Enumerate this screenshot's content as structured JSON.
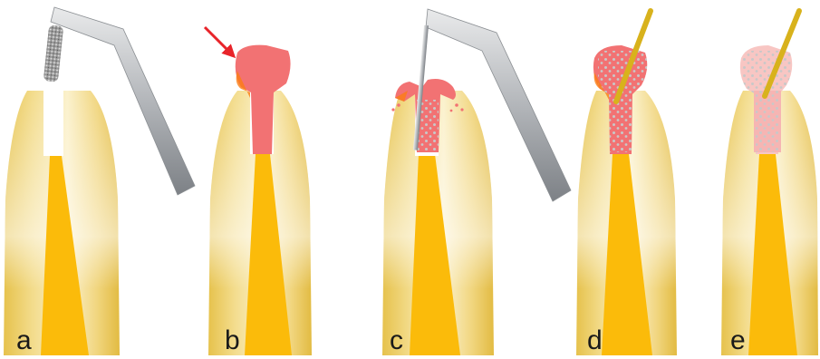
{
  "figure": {
    "panels": [
      {
        "label": "a",
        "step": "bur-preparation"
      },
      {
        "label": "b",
        "step": "material-placement"
      },
      {
        "label": "c",
        "step": "ultrasonic-activation"
      },
      {
        "label": "d",
        "step": "paper-point-insertion"
      },
      {
        "label": "e",
        "step": "final-state"
      }
    ]
  },
  "colors": {
    "dentin_light": "#fbf3d4",
    "dentin": "#f2d98a",
    "dentin_dark": "#e7c250",
    "pulp": "#fbbb0a",
    "material": "#f27273",
    "material_light": "#f6a9aa",
    "material_faded": "#f8c6c3",
    "instrument": "#b8bcc0",
    "instrument_dark": "#7f8388",
    "paper_point": "#d8b21c",
    "arrow": "#e8242a",
    "particles": "#bfbfbf"
  }
}
